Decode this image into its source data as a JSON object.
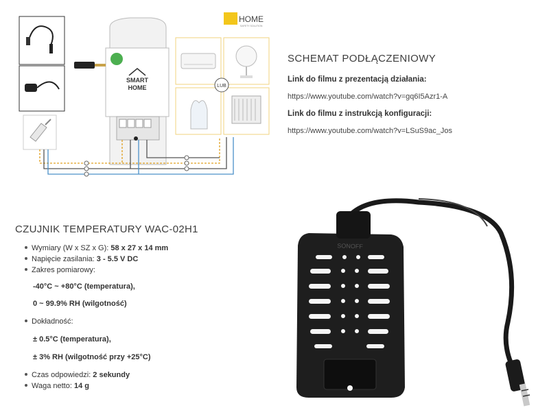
{
  "diagram": {
    "brand_text": "HOME",
    "brand_sub": "SAFETY SOLUTION",
    "smart_line1": "SMART",
    "smart_line2": "HOME",
    "lub_label": "LUB"
  },
  "schemat": {
    "title": "SCHEMAT PODŁĄCZENIOWY",
    "link1_label": "Link do filmu z prezentacją działania:",
    "link1_url": "https://www.youtube.com/watch?v=gq6I5Azr1-A",
    "link2_label": "Link do filmu z instrukcją konfiguracji:",
    "link2_url": "https://www.youtube.com/watch?v=LSuS9ac_Jos"
  },
  "spec": {
    "title": "CZUJNIK TEMPERATURY WAC-02H1",
    "dimensions_label": "Wymiary (W x SZ x G): ",
    "dimensions_value": "58 x 27 x 14 mm",
    "voltage_label": "Napięcie zasilania: ",
    "voltage_value": "3 - 5.5 V DC",
    "range_label": "Zakres pomiarowy:",
    "range_temp": "-40°C ~ +80°C (temperatura),",
    "range_rh": "0 ~ 99.9% RH (wilgotność)",
    "accuracy_label": "Dokładność:",
    "accuracy_temp": "± 0.5°C (temperatura),",
    "accuracy_rh": "± 3% RH (wilgotność przy +25°C)",
    "response_label": "Czas odpowiedzi: ",
    "response_value": "2 sekundy",
    "weight_label": "Waga netto: ",
    "weight_value": "14 g"
  },
  "product_photo": {
    "case_text": "SONOFF"
  }
}
